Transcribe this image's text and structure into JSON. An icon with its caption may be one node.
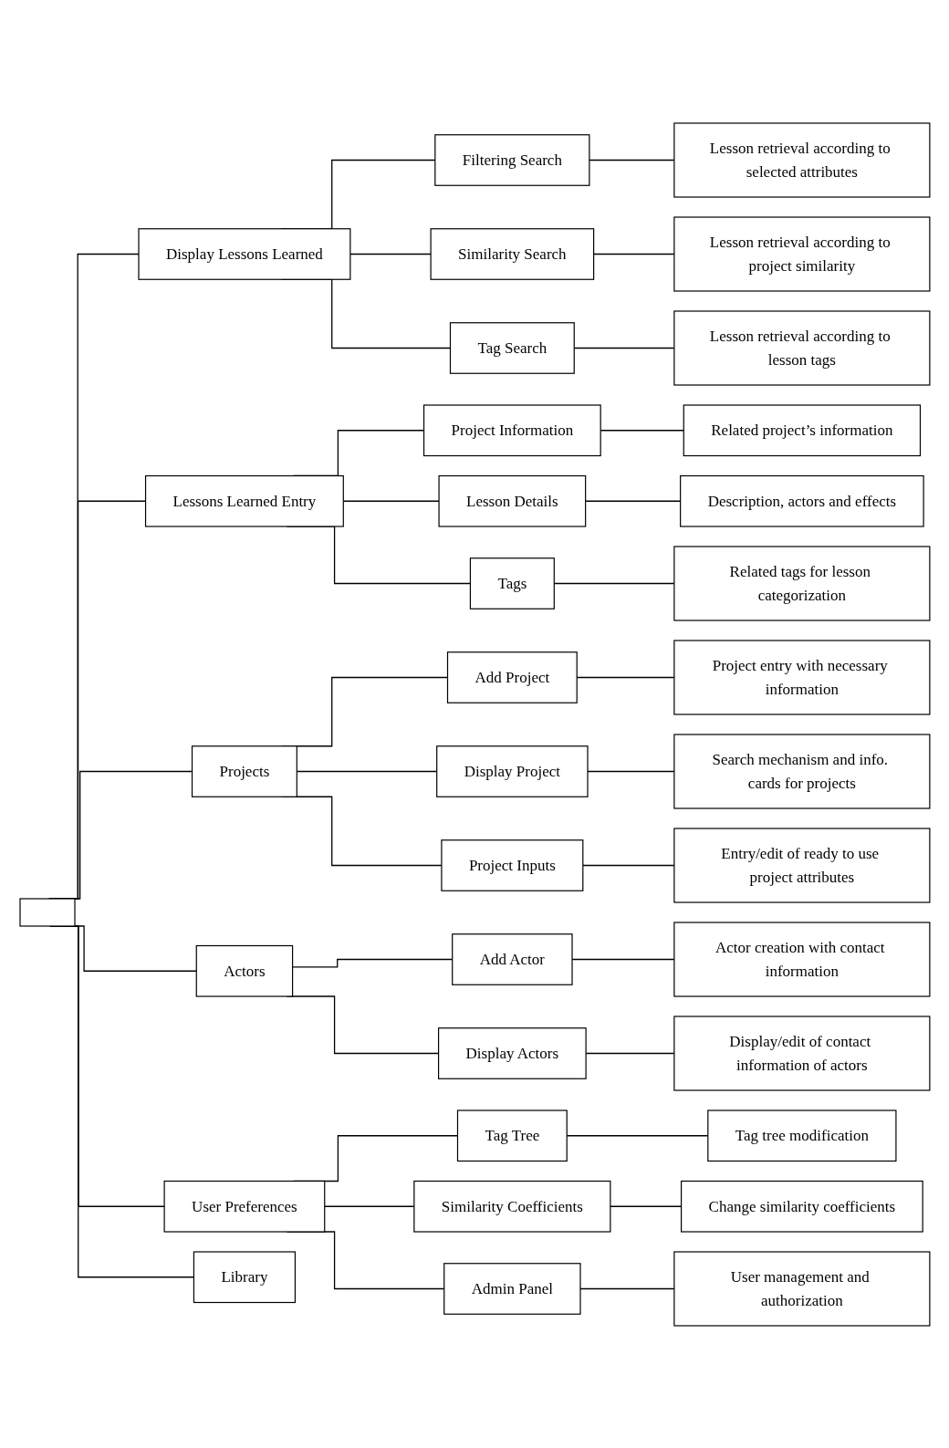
{
  "diagram": {
    "nodes": [
      {
        "text": [],
        "shape": "box"
      },
      {
        "text": [
          "Display Lessons Learned"
        ]
      },
      {
        "text": [
          "Filtering Search"
        ]
      },
      {
        "text": [
          "Lesson retrieval according to selected attributes"
        ]
      },
      {
        "text": [
          "Similarity Search"
        ]
      },
      {
        "text": [
          "Lesson retrieval according to project similarity"
        ]
      },
      {
        "text": [
          "Tag Search"
        ]
      },
      {
        "text": [
          "Lesson retrieval according to lesson tags"
        ]
      },
      {
        "text": [
          "Lessons Learned Entry"
        ]
      },
      {
        "text": [
          "Project Information"
        ]
      },
      {
        "text": [
          "Related project’s information"
        ]
      },
      {
        "text": [
          "Lesson Details"
        ]
      },
      {
        "text": [
          "Description, actors and effects"
        ]
      },
      {
        "text": [
          "Tags"
        ]
      },
      {
        "text": [
          "Related tags for lesson categorization"
        ]
      },
      {
        "text": [
          "Projects"
        ]
      },
      {
        "text": [
          "Add Project"
        ]
      },
      {
        "text": [
          "Project entry with necessary information"
        ]
      },
      {
        "text": [
          "Display Project"
        ]
      },
      {
        "text": [
          "Search mechanism and info. cards for projects"
        ]
      },
      {
        "text": [
          "Project Inputs"
        ]
      },
      {
        "text": [
          "Entry/edit of ready to use project attributes"
        ]
      },
      {
        "text": [
          "Actors"
        ]
      },
      {
        "text": [
          "Add Actor"
        ]
      },
      {
        "text": [
          "Actor creation with contact information"
        ]
      },
      {
        "text": [
          "Display Actors"
        ]
      },
      {
        "text": [
          "Display/edit of contact information of actors"
        ]
      },
      {
        "text": [
          "User Preferences"
        ]
      },
      {
        "text": [
          "Tag Tree"
        ]
      },
      {
        "text": [
          "Tag tree modification"
        ]
      },
      {
        "text": [
          "Similarity Coefficients"
        ]
      },
      {
        "text": [
          "Change similarity coefficients"
        ]
      },
      {
        "text": [
          "Admin Panel"
        ]
      },
      {
        "text": [
          "User management and authorization"
        ]
      },
      {
        "text": [
          "Library"
        ]
      }
    ],
    "edges": [
      {
        "from": 0,
        "to": 1,
        "arrow": "none"
      },
      {
        "from": 0,
        "to": 8,
        "arrow": "none"
      },
      {
        "from": 0,
        "to": 15,
        "arrow": "none"
      },
      {
        "from": 0,
        "to": 22,
        "arrow": "none"
      },
      {
        "from": 0,
        "to": 27,
        "arrow": "none"
      },
      {
        "from": 0,
        "to": 34,
        "arrow": "none"
      },
      {
        "from": 1,
        "to": 2,
        "arrow": "none"
      },
      {
        "from": 1,
        "to": 4,
        "arrow": "none"
      },
      {
        "from": 1,
        "to": 6,
        "arrow": "none"
      },
      {
        "from": 2,
        "to": 3,
        "arrow": "none"
      },
      {
        "from": 4,
        "to": 5,
        "arrow": "none"
      },
      {
        "from": 6,
        "to": 7,
        "arrow": "none"
      },
      {
        "from": 8,
        "to": 9,
        "arrow": "none"
      },
      {
        "from": 8,
        "to": 11,
        "arrow": "none"
      },
      {
        "from": 8,
        "to": 13,
        "arrow": "none"
      },
      {
        "from": 9,
        "to": 10,
        "arrow": "none"
      },
      {
        "from": 11,
        "to": 12,
        "arrow": "none"
      },
      {
        "from": 13,
        "to": 14,
        "arrow": "none"
      },
      {
        "from": 15,
        "to": 16,
        "arrow": "none"
      },
      {
        "from": 15,
        "to": 18,
        "arrow": "none"
      },
      {
        "from": 15,
        "to": 20,
        "arrow": "none"
      },
      {
        "from": 16,
        "to": 17,
        "arrow": "none"
      },
      {
        "from": 18,
        "to": 19,
        "arrow": "none"
      },
      {
        "from": 20,
        "to": 21,
        "arrow": "none"
      },
      {
        "from": 22,
        "to": 23,
        "arrow": "none"
      },
      {
        "from": 22,
        "to": 25,
        "arrow": "none"
      },
      {
        "from": 23,
        "to": 24,
        "arrow": "none"
      },
      {
        "from": 25,
        "to": 26,
        "arrow": "none"
      },
      {
        "from": 27,
        "to": 28,
        "arrow": "none"
      },
      {
        "from": 27,
        "to": 30,
        "arrow": "none"
      },
      {
        "from": 27,
        "to": 32,
        "arrow": "none"
      },
      {
        "from": 28,
        "to": 29,
        "arrow": "none"
      },
      {
        "from": 30,
        "to": 31,
        "arrow": "none"
      },
      {
        "from": 32,
        "to": 33,
        "arrow": "none"
      }
    ]
  }
}
